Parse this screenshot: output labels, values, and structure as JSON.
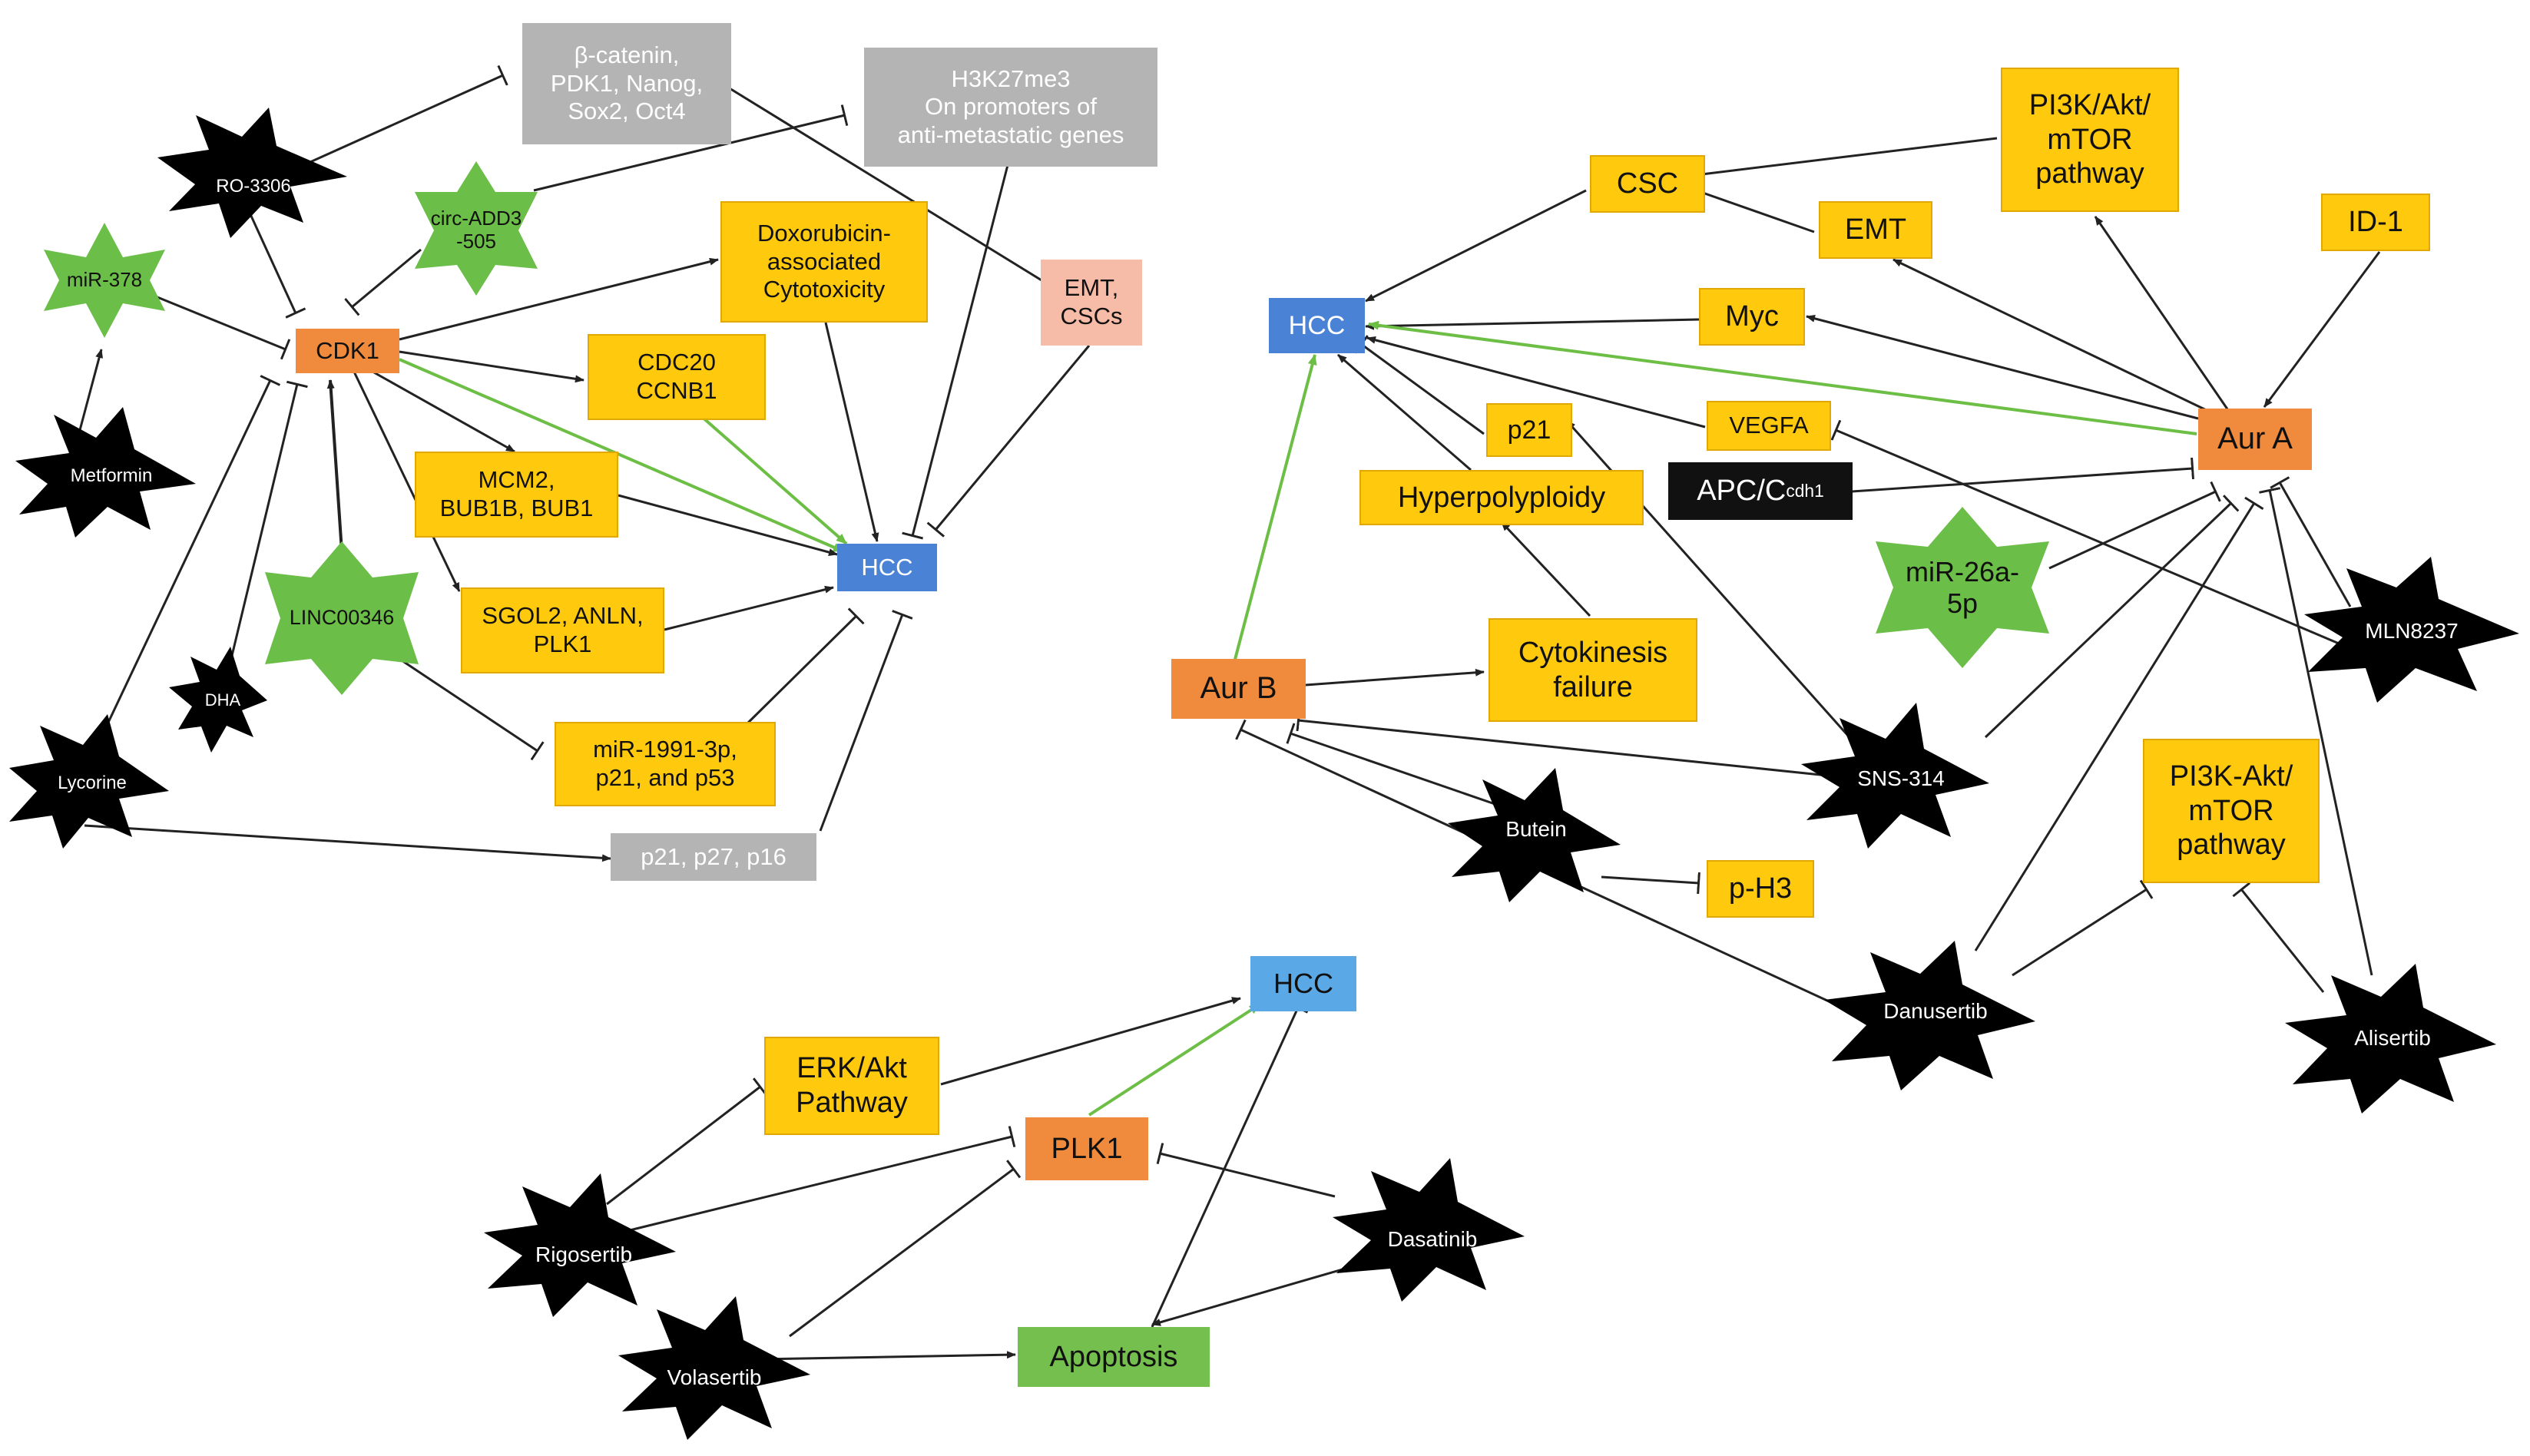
{
  "colors": {
    "kinase": "#F08A3C",
    "hcc": "#4A82D6",
    "pathway": "#FFC90E",
    "grey_box": "#B4B4B4",
    "drug": "#000000",
    "mirna": "#6BBE47",
    "activation_arrow_green": "#6DBE45",
    "edge": "#222222"
  },
  "nodes": {
    "catenin": {
      "text": "β-catenin,\nPDK1, Nanog,\nSox2, Oct4"
    },
    "h3k27": {
      "text": "H3K27me3\nOn promoters of\nanti-metastatic genes"
    },
    "doxo": {
      "text": "Doxorubicin-\nassociated\nCytotoxicity"
    },
    "emt_csc": {
      "text": "EMT,\nCSCs"
    },
    "cdk1": {
      "text": "CDK1"
    },
    "cdc20": {
      "text": "CDC20\nCCNB1"
    },
    "mcm2": {
      "text": "MCM2,\nBUB1B, BUB1"
    },
    "sgol2": {
      "text": "SGOL2, ANLN,\nPLK1"
    },
    "hcc_left": {
      "text": "HCC"
    },
    "mir1991": {
      "text": "miR-1991-3p,\np21, and p53"
    },
    "p21p27": {
      "text": "p21, p27, p16"
    },
    "csc": {
      "text": "CSC"
    },
    "pi3k_top": {
      "text": "PI3K/Akt/\nmTOR\npathway"
    },
    "emt": {
      "text": "EMT"
    },
    "id1": {
      "text": "ID-1"
    },
    "hcc_right": {
      "text": "HCC"
    },
    "myc": {
      "text": "Myc"
    },
    "p21": {
      "text": "p21"
    },
    "vegfa": {
      "text": "VEGFA"
    },
    "apc_main": "APC/C",
    "apc_sup": "cdh1",
    "hyper": {
      "text": "Hyperpolyploidy"
    },
    "aura": {
      "text": "Aur A"
    },
    "aurb": {
      "text": "Aur B"
    },
    "cytok": {
      "text": "Cytokinesis\nfailure"
    },
    "ph3": {
      "text": "p-H3"
    },
    "pi3k_bottom": {
      "text": "PI3K-Akt/\nmTOR\npathway"
    },
    "hcc_bottom": {
      "text": "HCC"
    },
    "erk": {
      "text": "ERK/Akt\nPathway"
    },
    "plk1": {
      "text": "PLK1"
    },
    "apoptosis": {
      "text": "Apoptosis"
    }
  },
  "drugs": {
    "ro3306": "RO-3306",
    "metformin": "Metformin",
    "dha": "DHA",
    "lycorine": "Lycorine",
    "sns314": "SNS-314",
    "butein": "Butein",
    "mln8237": "MLN8237",
    "danusertib": "Danusertib",
    "alisertib": "Alisertib",
    "rigosertib": "Rigosertib",
    "volasertib": "Volasertib",
    "dasatinib": "Dasatinib"
  },
  "mirnas": {
    "mir378": "miR-378",
    "circadd3": "circ-ADD3\n-505",
    "linc00346": "LINC00346",
    "mir26a": "miR-26a-\n5p"
  }
}
